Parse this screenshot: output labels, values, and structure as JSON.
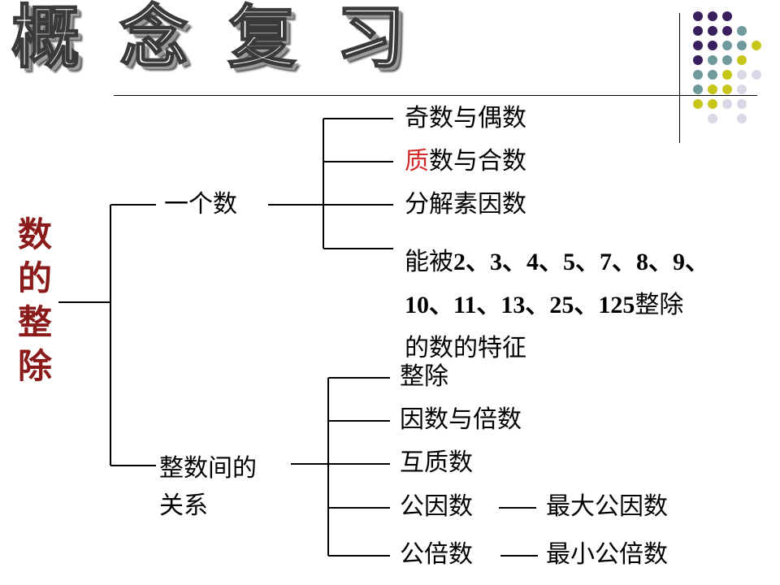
{
  "title": "概 念 复 习",
  "root": [
    "数",
    "的",
    "整",
    "除"
  ],
  "branch1": {
    "label": "一个数",
    "items": {
      "odd_even": "奇数与偶数",
      "prime_accent": "质",
      "prime_rest": "数与合数",
      "factorize": "分解素因数",
      "div_line1_pre": "能被",
      "div_line1_nums": "2、3、4、5、7、8、9、",
      "div_line2_nums": "10、11、13、25、125",
      "div_line2_post": "整除",
      "div_line3": "的数的特征"
    }
  },
  "branch2": {
    "label_line1": "整数间的",
    "label_line2": "关系",
    "items": {
      "divisible": "整除",
      "factor_multiple": "因数与倍数",
      "coprime": "互质数",
      "common_factor": "公因数",
      "gcf": "最大公因数",
      "common_multiple": "公倍数",
      "lcm": "最小公倍数"
    }
  },
  "colors": {
    "root": "#8b1a1a",
    "accent": "#d42a2a",
    "dot_purple": "#3b1e5e",
    "dot_teal": "#6f9a9c",
    "dot_olive": "#c7c61a",
    "dot_lavender": "#d8d8e6"
  }
}
